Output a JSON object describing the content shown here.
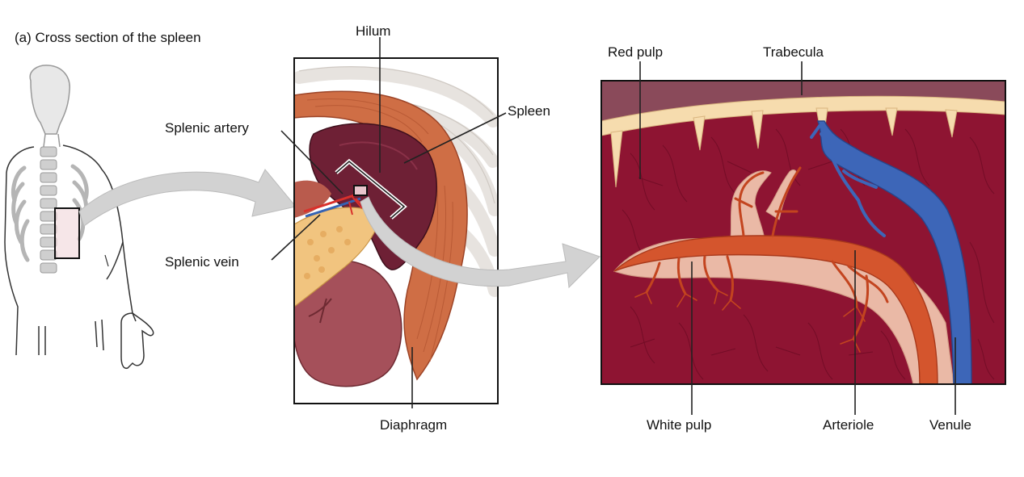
{
  "title": "(a) Cross section of the spleen",
  "labels": {
    "hilum": "Hilum",
    "splenic_artery": "Splenic artery",
    "spleen": "Spleen",
    "splenic_vein": "Splenic vein",
    "diaphragm": "Diaphragm",
    "red_pulp": "Red pulp",
    "trabecula": "Trabecula",
    "white_pulp": "White pulp",
    "arteriole": "Arteriole",
    "venule": "Venule"
  },
  "colors": {
    "red_pulp": "#8e1432",
    "trabecula": "#f6dcae",
    "arteriole": "#d4552d",
    "white_pulp": "#eab9a6",
    "venule": "#3d66b8",
    "spleen": "#6e2035",
    "diaphragm": "#cf6e45",
    "pancreas": "#f1c47f",
    "kidney": "#a5505a",
    "arrow": "#d2d2d2"
  }
}
